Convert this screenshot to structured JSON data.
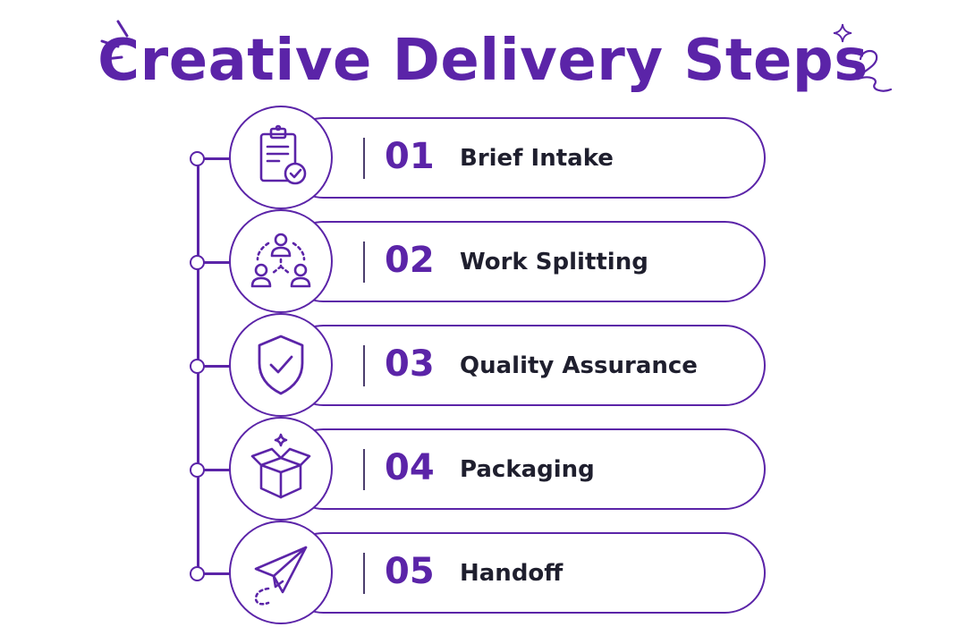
{
  "title": "Creative Delivery Steps",
  "colors": {
    "accent": "#5b24a8",
    "text": "#1f1f2e",
    "background": "#ffffff"
  },
  "steps": [
    {
      "number": "01",
      "label": "Brief Intake",
      "icon": "clipboard-check-icon"
    },
    {
      "number": "02",
      "label": "Work Splitting",
      "icon": "team-split-icon"
    },
    {
      "number": "03",
      "label": "Quality Assurance",
      "icon": "shield-check-icon"
    },
    {
      "number": "04",
      "label": "Packaging",
      "icon": "open-box-icon"
    },
    {
      "number": "05",
      "label": "Handoff",
      "icon": "paper-plane-icon"
    }
  ]
}
